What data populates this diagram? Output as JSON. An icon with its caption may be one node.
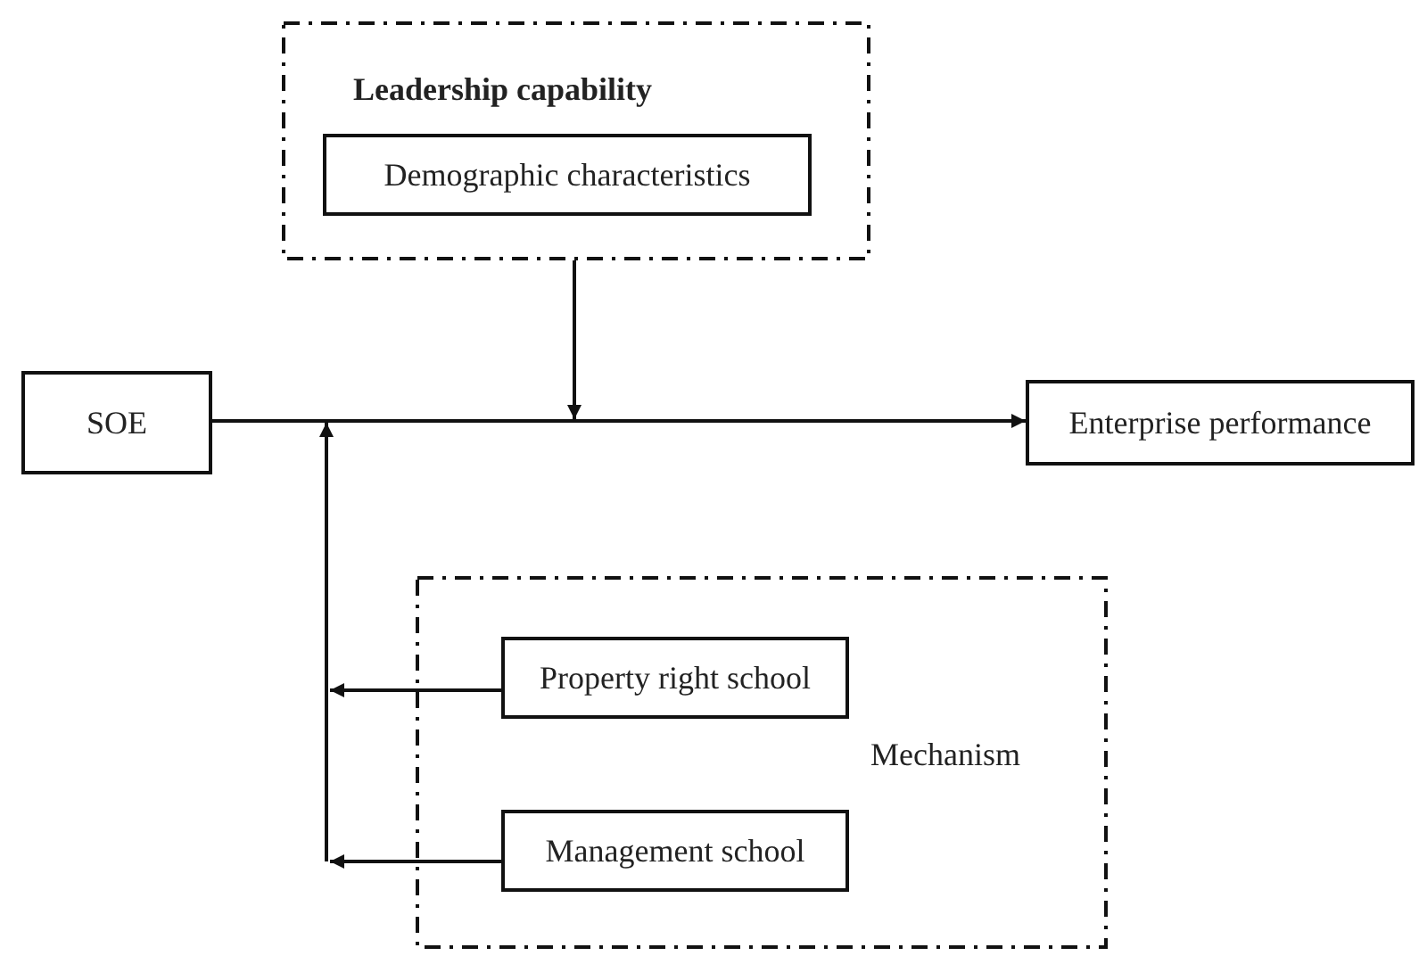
{
  "diagram": {
    "nodes": [
      {
        "text": [
          "Leadership capability"
        ]
      },
      {
        "text": [
          "Demographic characteristics"
        ],
        "in": 0
      },
      {
        "text": [
          "SOE"
        ]
      },
      {
        "text": [
          "Enterprise performance"
        ]
      },
      {
        "text": [
          "Mechanism"
        ]
      },
      {
        "text": [
          "Property right school"
        ],
        "in": 4
      },
      {
        "text": [
          "Management school"
        ],
        "in": 4
      }
    ],
    "edges": [
      {
        "from": 2,
        "to": 3,
        "arrow": "to"
      },
      {
        "from": 0,
        "to": null,
        "arrow": "to"
      },
      {
        "from": 5,
        "to": null,
        "arrow": "to"
      },
      {
        "from": 6,
        "to": null,
        "arrow": "to"
      }
    ]
  }
}
